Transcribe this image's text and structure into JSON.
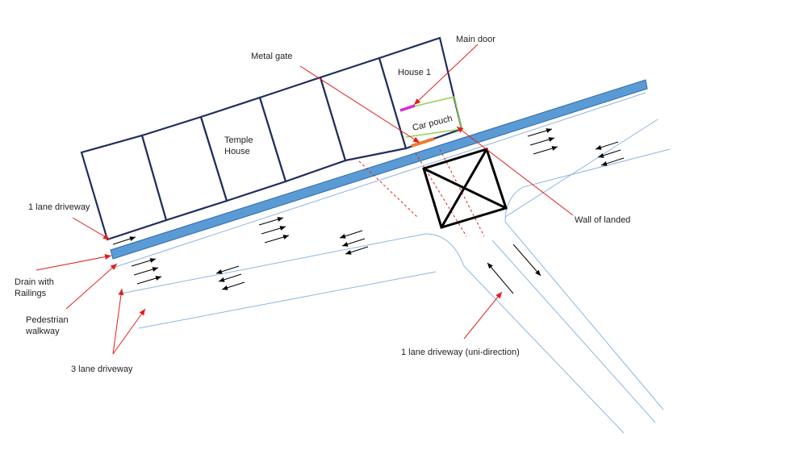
{
  "labels": {
    "main_door": "Main door",
    "metal_gate": "Metal gate",
    "house1": "House 1",
    "car_pouch": "Car pouch",
    "temple_house_line1": "Temple",
    "temple_house_line2": "House",
    "one_lane_driveway": "1 lane driveway",
    "drain_line1": "Drain with",
    "drain_line2": "Railings",
    "pedestrian_line1": "Pedestrian",
    "pedestrian_line2": "walkway",
    "three_lane_driveway": "3 lane driveway",
    "wall_of_landed": "Wall of landed",
    "one_lane_uni": "1 lane driveway (uni-direction)"
  },
  "colors": {
    "house_outline": "#1f2d5c",
    "drain_fill": "#5b9bd5",
    "drain_stroke": "#2e6aa8",
    "road_line": "#8db6e0",
    "pointer": "#e0201b",
    "dashed": "#e0201b",
    "main_door_mark": "#d62ad6",
    "metal_gate_mark": "#ed7d31",
    "car_pouch_line": "#92d050",
    "arrows": "#000000",
    "wall_box": "#000000"
  }
}
